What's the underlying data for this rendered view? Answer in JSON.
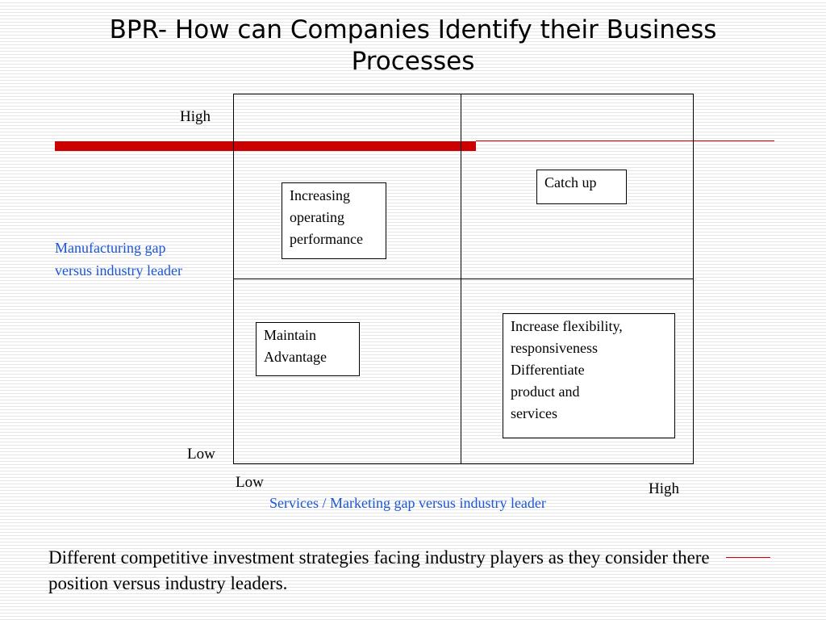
{
  "title_line1": "BPR- How can Companies Identify their Business",
  "title_line2": "Processes",
  "y_axis": {
    "high": "High",
    "low": "Low",
    "label_line1": "Manufacturing gap",
    "label_line2": "versus industry leader"
  },
  "x_axis": {
    "low": "Low",
    "high": "High",
    "label": "Services / Marketing  gap versus industry leader"
  },
  "quadrants": {
    "top_left": [
      "Increasing",
      "operating",
      "performance"
    ],
    "top_right": [
      "Catch up"
    ],
    "bottom_left": [
      "Maintain",
      "Advantage"
    ],
    "bottom_right": [
      "Increase  flexibility,",
      "responsiveness",
      "Differentiate",
      "product and",
      "services"
    ]
  },
  "footnote": "Different competitive investment strategies facing industry players as they consider there position versus industry leaders.",
  "colors": {
    "accent_red": "#cc0000",
    "axis_label_blue": "#1a56d6"
  }
}
